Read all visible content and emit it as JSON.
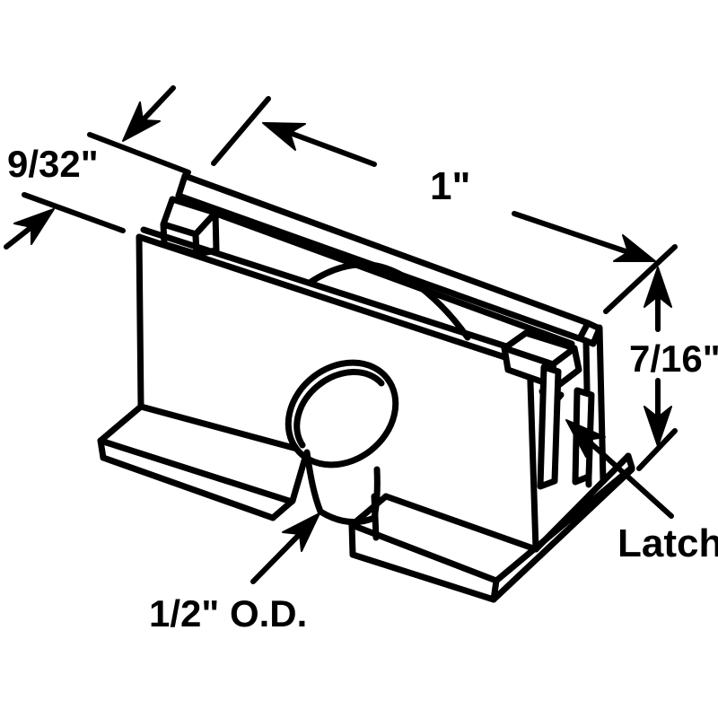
{
  "diagram": {
    "description": "Isometric technical line drawing of a sliding window roller / latch assembly",
    "background_color": "#ffffff",
    "line_color": "#000000",
    "dimensions": {
      "track_width": {
        "label": "9/32\""
      },
      "length": {
        "label": "1\""
      },
      "height": {
        "label": "7/16\""
      },
      "roller_diameter": {
        "label": "1/2\" O.D."
      }
    },
    "callouts": {
      "latch": {
        "label": "Latch"
      }
    }
  }
}
